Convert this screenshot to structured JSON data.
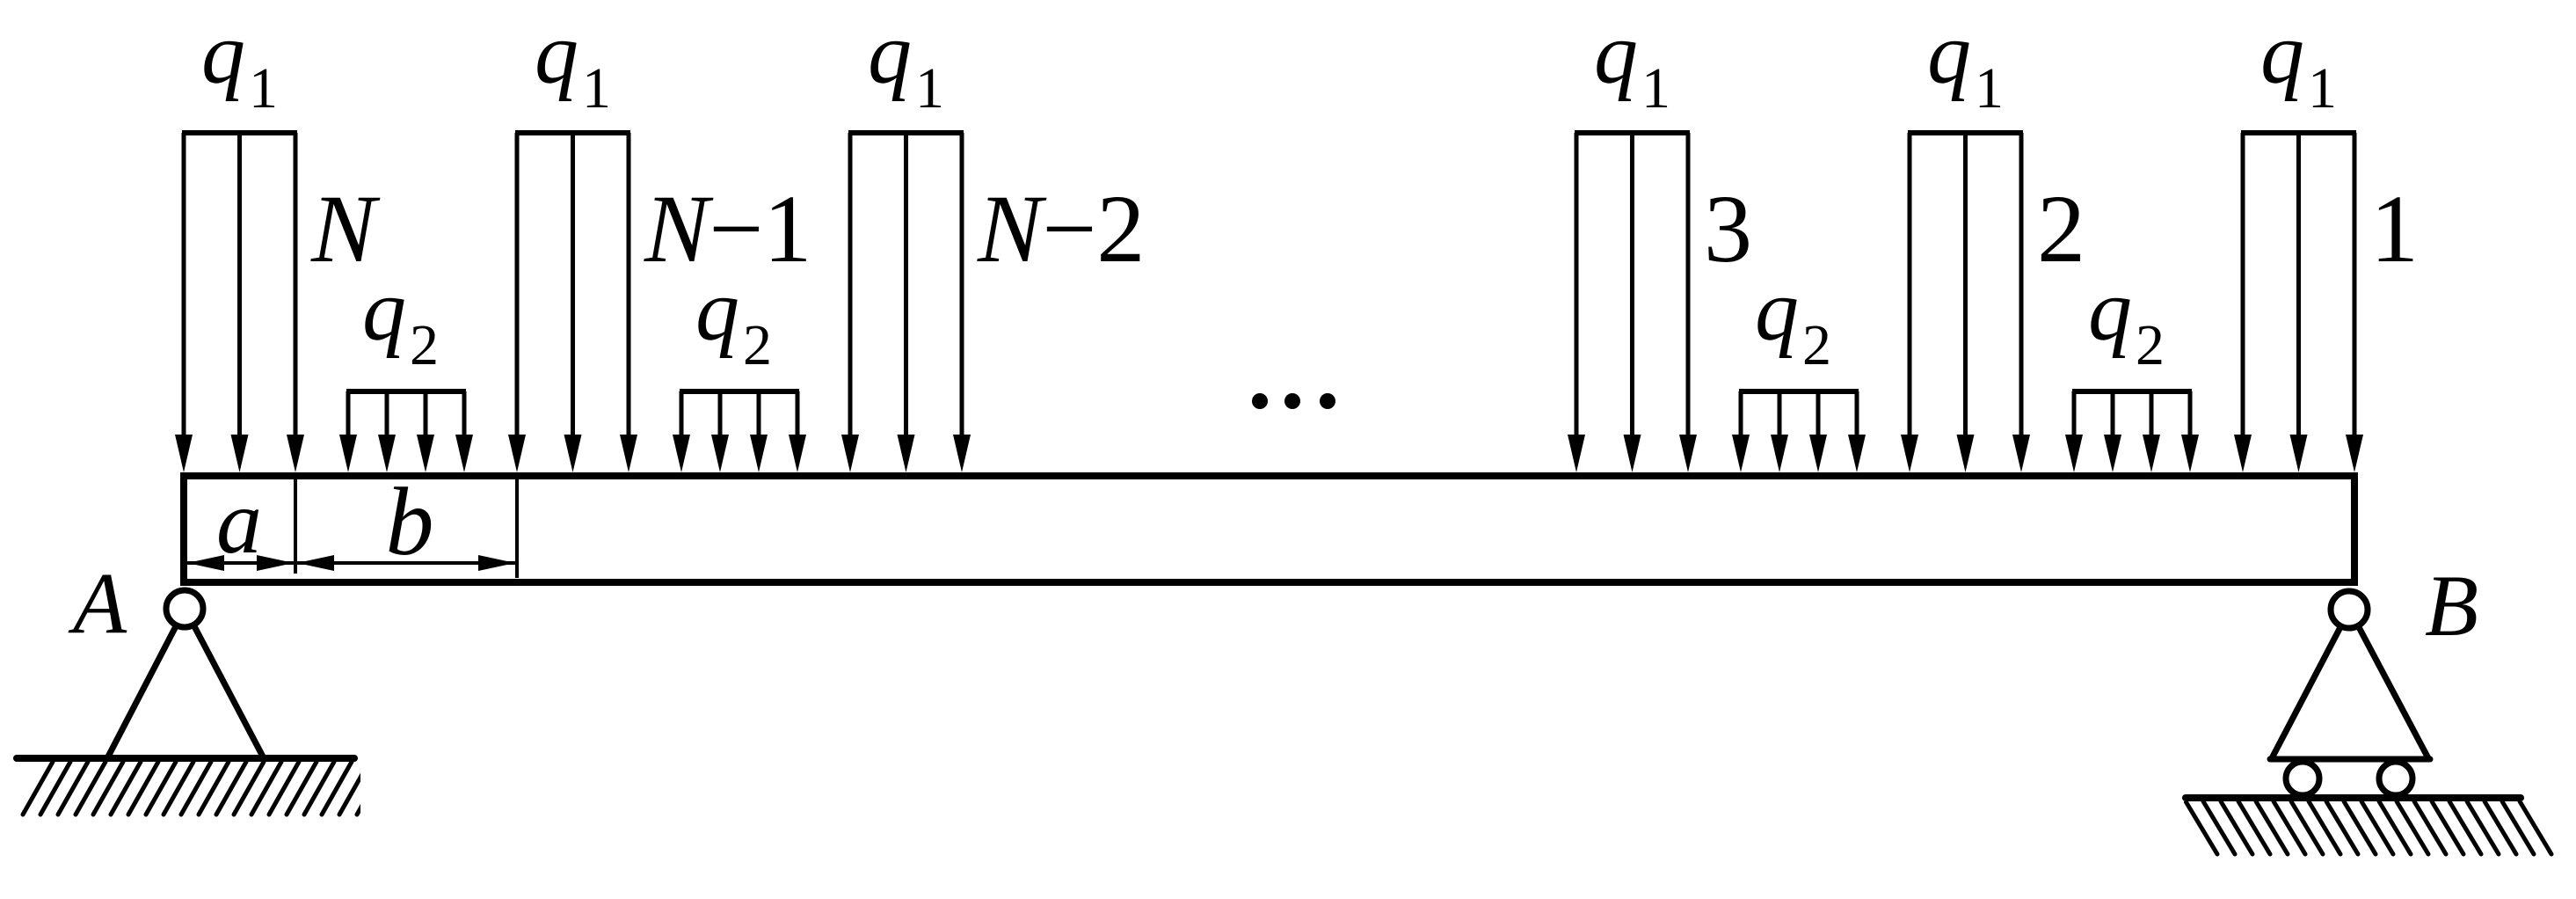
{
  "diagram": {
    "title": "Simply supported beam with alternating distributed loads",
    "supports": {
      "left": {
        "label": "A",
        "type": "pinned"
      },
      "right": {
        "label": "B",
        "type": "roller"
      }
    },
    "loads": {
      "q1_label": "q",
      "q1_sub": "1",
      "q2_label": "q",
      "q2_sub": "2",
      "ellipsis": "…",
      "groups_left": [
        {
          "index_label": "N"
        },
        {
          "index_label": "N−1"
        },
        {
          "index_label": "N−2"
        }
      ],
      "groups_right": [
        {
          "index_label": "3"
        },
        {
          "index_label": "2"
        },
        {
          "index_label": "1"
        }
      ]
    },
    "dimensions": {
      "a_label": "a",
      "b_label": "b"
    },
    "colors": {
      "stroke": "#000000",
      "background": "#ffffff"
    }
  }
}
